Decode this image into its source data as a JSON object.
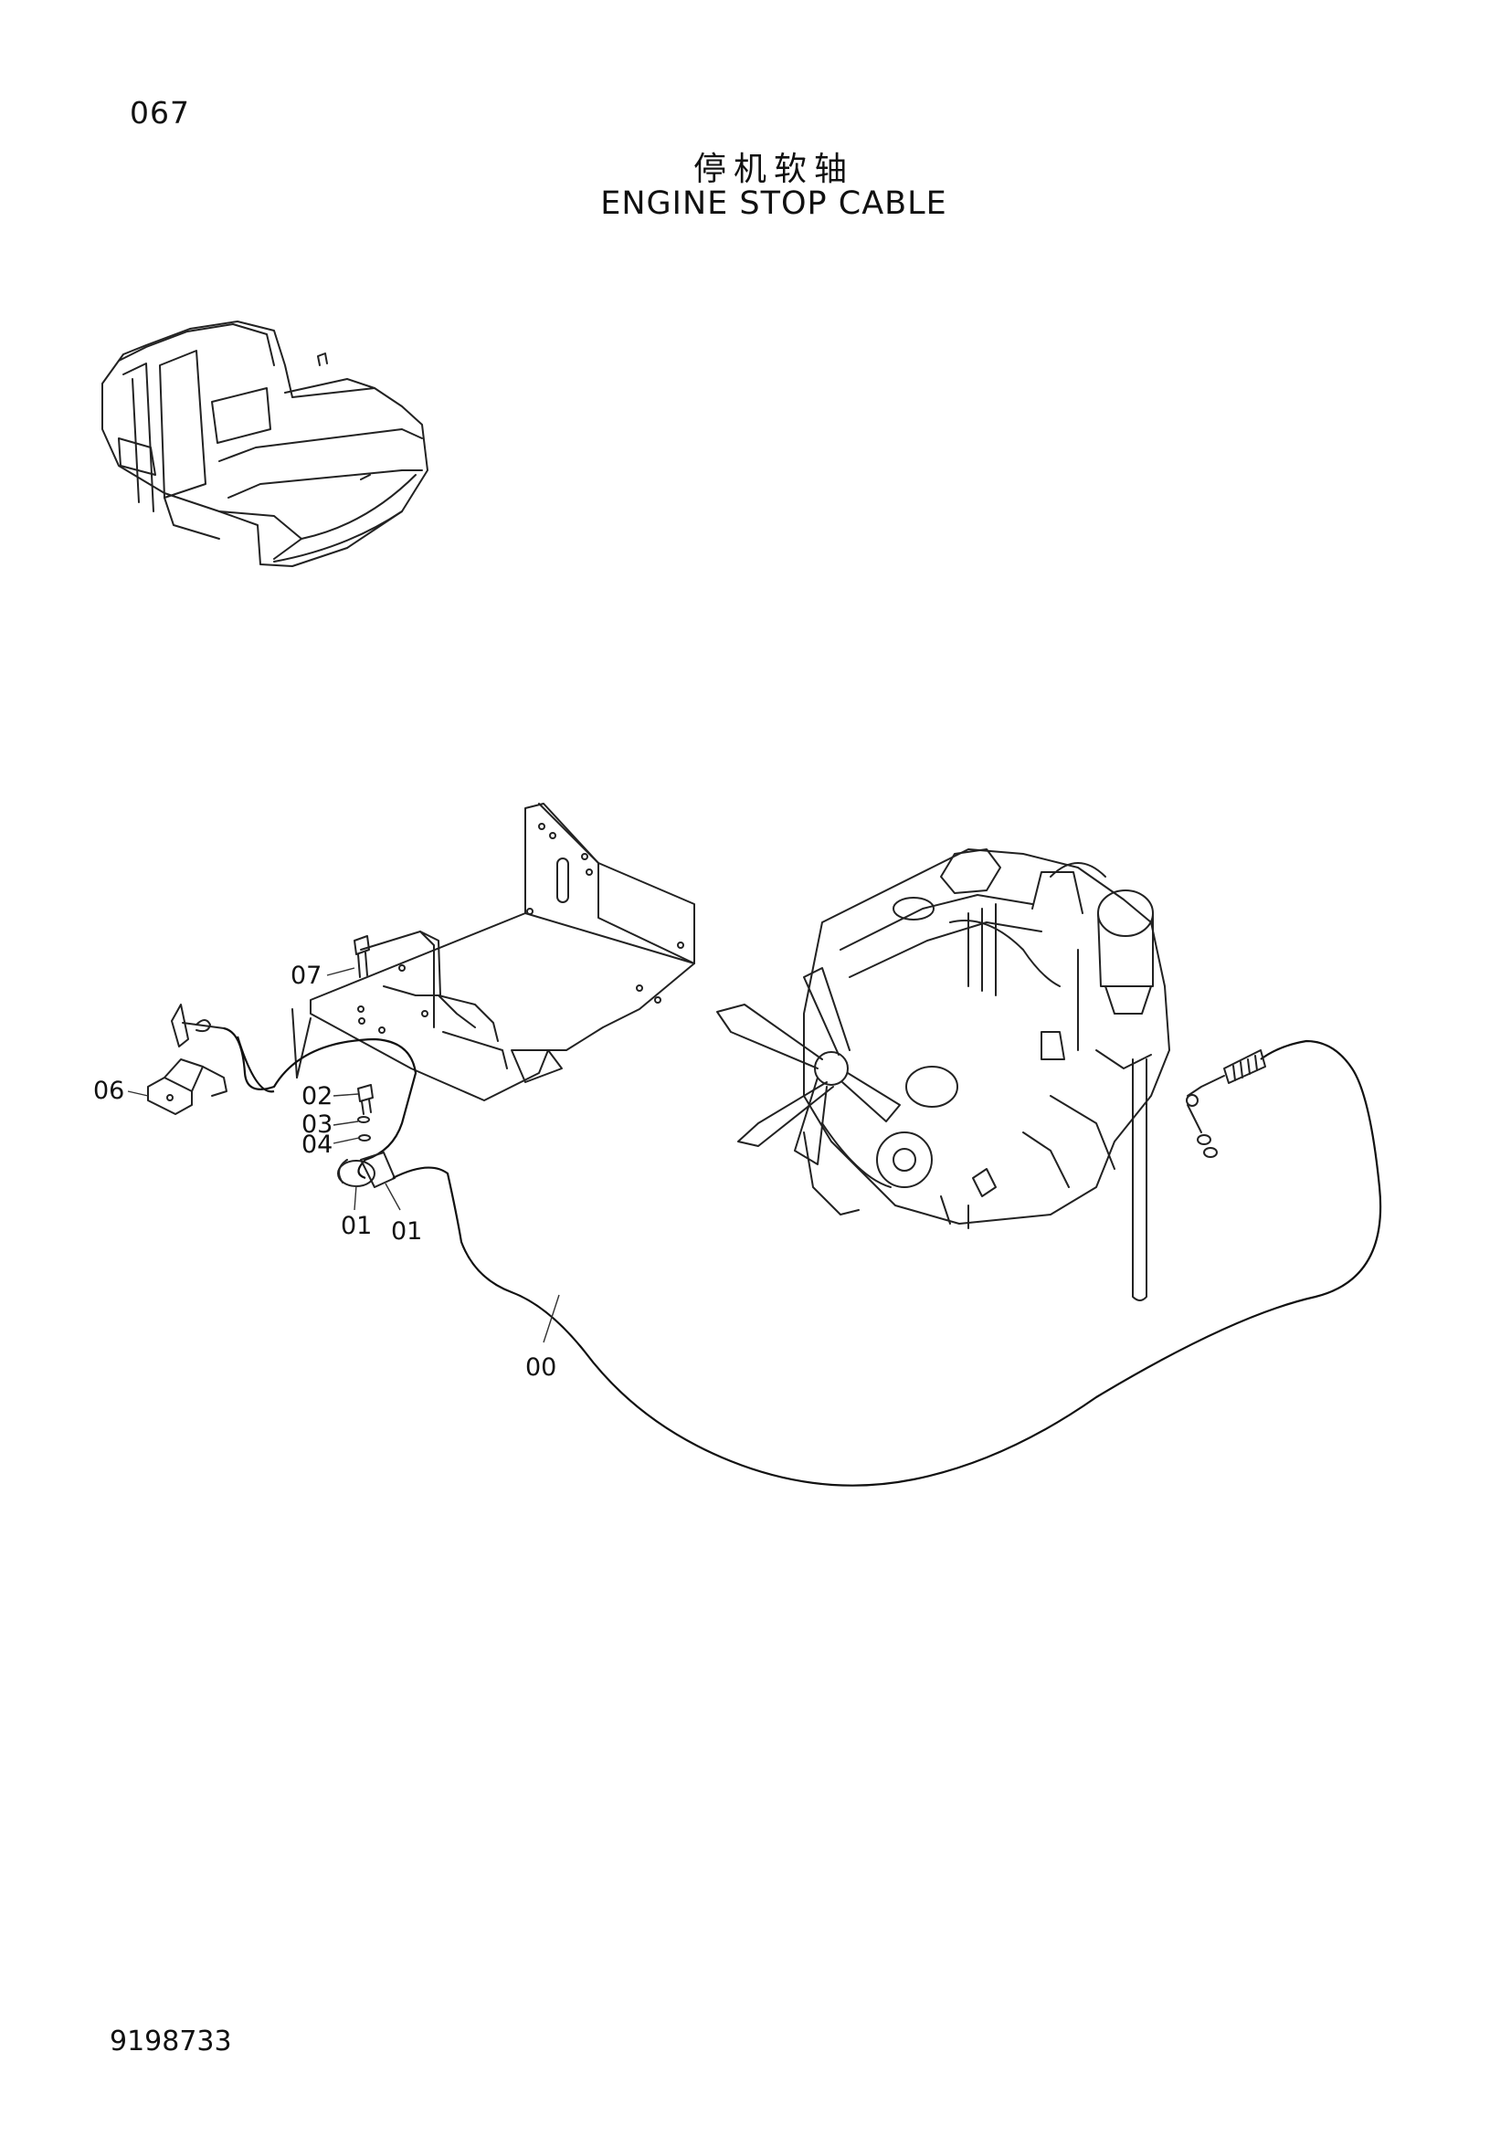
{
  "header": {
    "page_number": "067",
    "title_cn": "停机软轴",
    "title_en": "ENGINE STOP CABLE"
  },
  "footer": {
    "doc_number": "9198733"
  },
  "callouts": [
    {
      "id": "07",
      "label": "07"
    },
    {
      "id": "06",
      "label": "06"
    },
    {
      "id": "02",
      "label": "02"
    },
    {
      "id": "03",
      "label": "03"
    },
    {
      "id": "04",
      "label": "04"
    },
    {
      "id": "01a",
      "label": "01"
    },
    {
      "id": "01b",
      "label": "01"
    },
    {
      "id": "00",
      "label": "00"
    }
  ]
}
